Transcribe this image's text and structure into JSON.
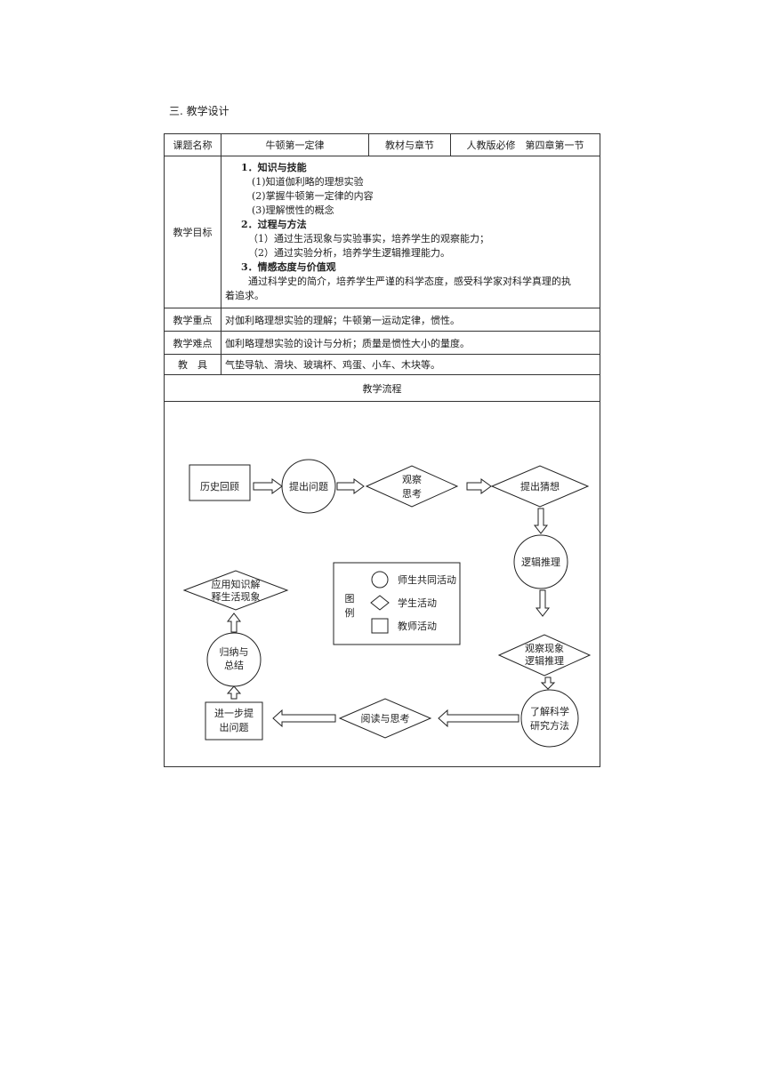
{
  "section_heading": "三. 教学设计",
  "table": {
    "row1": {
      "label_topic": "课题名称",
      "topic": "牛顿第一定律",
      "label_textbook": "教材与章节",
      "textbook": "人教版必修　第四章第一节"
    },
    "objectives": {
      "label": "教学目标",
      "lines": [
        "1．知识与技能",
        "(1)知道伽利略的理想实验",
        "(2)掌握牛顿第一定律的内容",
        "(3)理解惯性的概念",
        "2．过程与方法",
        "（1）通过生活现象与实验事实，培养学生的观察能力；",
        "（2）通过实验分析，培养学生逻辑推理能力。",
        "3．情感态度与价值观",
        "通过科学史的简介，培养学生严谨的科学态度，感受科学家对科学真理的执",
        "着追求。"
      ]
    },
    "key_points": {
      "label": "教学重点",
      "text": "对伽利略理想实验的理解；牛顿第一运动定律，惯性。"
    },
    "difficulties": {
      "label": "教学难点",
      "text": "伽利略理想实验的设计与分析；质量是惯性大小的量度。"
    },
    "tools": {
      "label": "教　具",
      "text": "气垫导轨、滑块、玻璃杯、鸡蛋、小车、木块等。"
    },
    "flow_title": "教学流程"
  },
  "flowchart": {
    "nodes": {
      "history_review": "历史回顾",
      "raise_question": "提出问题",
      "observe_think_1": "观察",
      "observe_think_2": "思考",
      "propose_guess": "提出猜想",
      "logic_reasoning": "逻辑推理",
      "obs_phenomenon": "观察现象",
      "obs_reasoning": "逻辑推理",
      "understand_1": "了解科学",
      "understand_2": "研究方法",
      "read_think": "阅读与思考",
      "further_1": "进一步提",
      "further_2": "出问题",
      "summarize_1": "归纳与",
      "summarize_2": "总结",
      "apply_1": "应用知识解",
      "apply_2": "释生活现象"
    },
    "legend": {
      "title_1": "图",
      "title_2": "例",
      "circle": "师生共同活动",
      "diamond": "学生活动",
      "square": "教师活动"
    }
  }
}
